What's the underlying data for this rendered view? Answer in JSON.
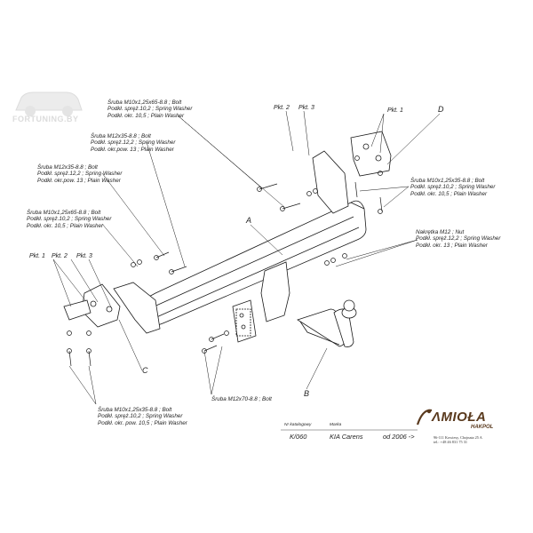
{
  "watermark": {
    "text": "FORTUNING.BY"
  },
  "labels": {
    "bolt_top": [
      "Śruba M10x1,25x65-8.8 ;  Bolt",
      "Podkł. spręż.10,2 ; Spring Washer",
      "Podkł. okr. 10,5 ; Plain Washer"
    ],
    "bolt_mid1": [
      "Śruba M12x35-8.8 ;  Bolt",
      "Podkł. spręż.12,2 ; Spring Washer",
      "Podkł. okr.pow. 13 ; Plain Washer"
    ],
    "bolt_mid2": [
      "Śruba M12x35-8.8 ;  Bolt",
      "Podkł. spręż.12,2 ; Spring Washer",
      "Podkł. okr.pow. 13 ; Plain Washer"
    ],
    "bolt_left": [
      "Śruba M10x1,25x65-8.8 ;  Bolt",
      "Podkł. spręż.10,2 ; Spring Washer",
      "Podkł. okr. 10,5 ; Plain Washer"
    ],
    "bolt_right": [
      "Śruba M10x1,25x35-8.8 ;  Bolt",
      "Podkł. spręż.10,2 ; Spring Washer",
      "Podkł. okr. 10,5 ; Plain Washer"
    ],
    "nut_right": [
      "Nakrętka  M12 ;  Nut",
      "Podkł. spręż.12,2 ; Spring Washer",
      "Podkł. okr. 13 ; Plain Washer"
    ],
    "bolt_bottom": [
      "Śruba M10x1,25x35-8.8 ;  Bolt",
      "Podkł. spręż.10,2 ; Spring Washer",
      "Podkł. okr. pow. 10,5 ; Plain Washer"
    ],
    "bolt_center": "Śruba M12x70-8.8 ;  Bolt"
  },
  "tags": {
    "pkt1_top": "Pkt. 1",
    "pkt2_top": "Pkt. 2",
    "pkt3_top": "Pkt. 3",
    "pkt1_left": "Pkt. 1",
    "pkt2_left": "Pkt. 2",
    "pkt3_left": "Pkt. 3",
    "A": "A",
    "B": "B",
    "C": "C",
    "D": "D"
  },
  "footer": {
    "catalog_label": "Nr katalogowy",
    "catalog_value": "K/060",
    "brand_label": "Marka",
    "brand_value": "KIA Carens",
    "date_value": "od  2006 ->"
  },
  "brand": {
    "name": "ΛMIOŁA",
    "sub": "HAKPOL",
    "address": [
      "96-111 Kowiesy, Chojnata 25 A",
      "tel.: +48 46 831 75 31"
    ]
  },
  "colors": {
    "line": "#1a1a1a",
    "brand": "#5a3a1e"
  }
}
